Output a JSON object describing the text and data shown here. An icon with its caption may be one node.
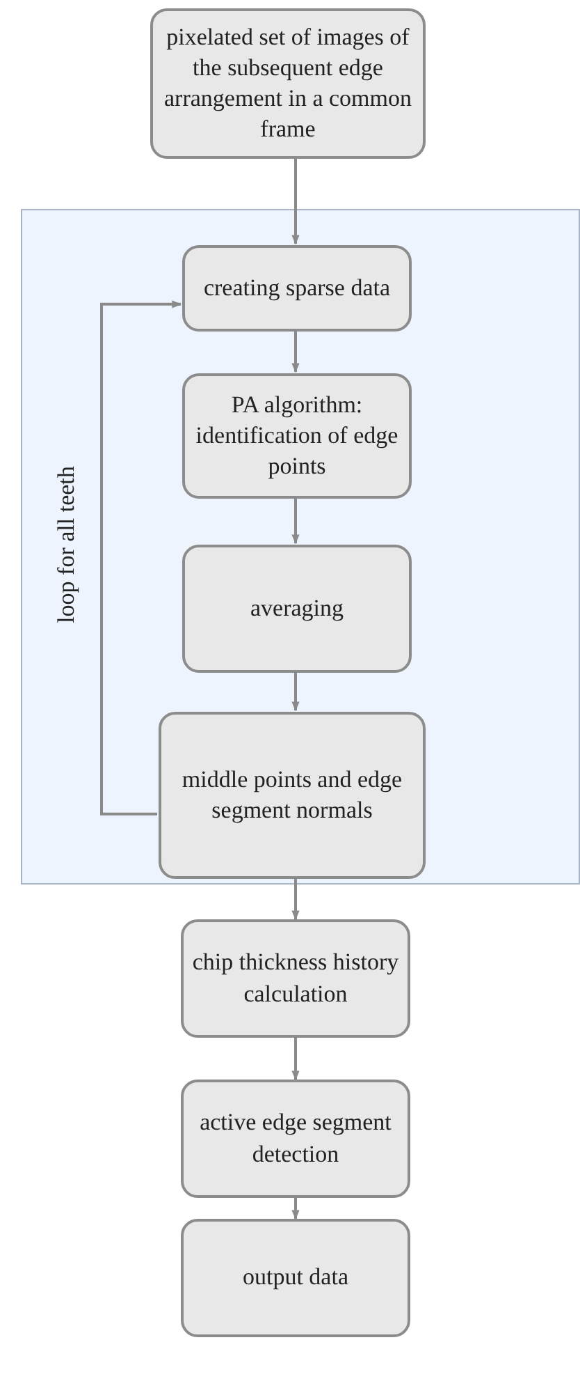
{
  "diagram": {
    "nodes": [
      {
        "text": [
          "pixelated set of images of the subsequent edge arrangement in a common frame"
        ]
      },
      {
        "text": [],
        "shape": "box"
      },
      {
        "text": [
          "creating sparse data"
        ],
        "in": 1
      },
      {
        "text": [
          "PA algorithm: identification of edge points"
        ],
        "in": 1
      },
      {
        "text": [
          "averaging"
        ],
        "in": 1
      },
      {
        "text": [
          "middle points and edge segment normals"
        ],
        "in": 1
      },
      {
        "text": [
          "chip thickness history calculation"
        ]
      },
      {
        "text": [
          "active edge segment detection"
        ]
      },
      {
        "text": [
          "output data"
        ]
      }
    ],
    "edges": [
      {
        "from": 0,
        "to": 2,
        "arrow": "to"
      },
      {
        "from": 2,
        "to": 3,
        "arrow": "to"
      },
      {
        "from": 3,
        "to": 4,
        "arrow": "to"
      },
      {
        "from": 4,
        "to": 5,
        "arrow": "to"
      },
      {
        "from": 5,
        "to": 2,
        "arrow": "to",
        "label": "loop for all teeth"
      },
      {
        "from": 5,
        "to": 6,
        "arrow": "to"
      },
      {
        "from": 6,
        "to": 7,
        "arrow": "to"
      },
      {
        "from": 7,
        "to": 8,
        "arrow": "to"
      }
    ]
  }
}
